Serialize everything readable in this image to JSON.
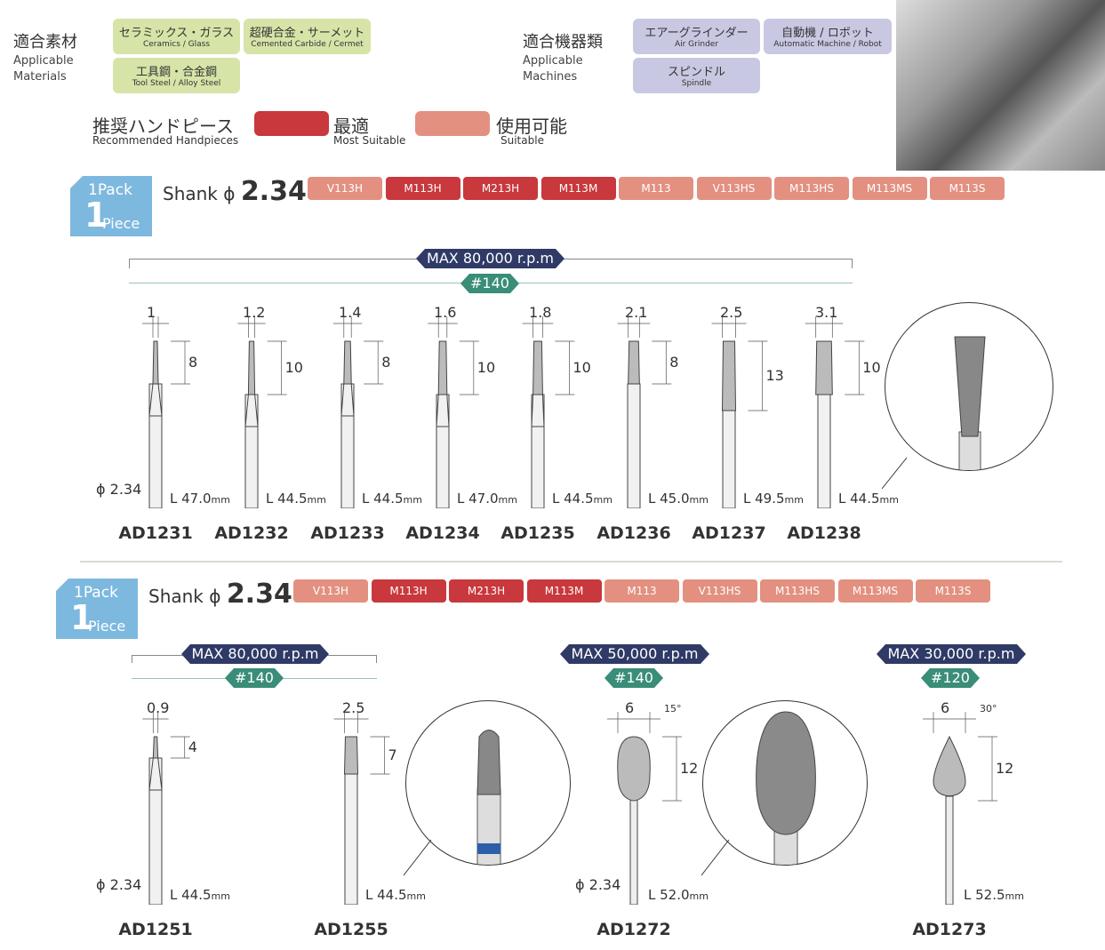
{
  "materials": {
    "title_jp": "適合素材",
    "title_en_1": "Applicable",
    "title_en_2": "Materials",
    "items": [
      {
        "jp": "セラミックス・ガラス",
        "en": "Ceramics / Glass"
      },
      {
        "jp": "超硬合金・サーメット",
        "en": "Cemented Carbide / Cermet"
      },
      {
        "jp": "工具鋼・合金鋼",
        "en": "Tool Steel / Alloy Steel"
      }
    ]
  },
  "machines": {
    "title_jp": "適合機器類",
    "title_en_1": "Applicable",
    "title_en_2": "Machines",
    "items": [
      {
        "jp": "エアーグラインダー",
        "en": "Air Grinder"
      },
      {
        "jp": "自動機 / ロボット",
        "en": "Automatic Machine / Robot"
      },
      {
        "jp": "スピンドル",
        "en": "Spindle"
      }
    ]
  },
  "legend": {
    "title_jp": "推奨ハンドピース",
    "title_en": "Recommended Handpieces",
    "most_jp": "最適",
    "most_en": "Most Suitable",
    "suit_jp": "使用可能",
    "suit_en": "Suitable",
    "most_color": "#c8383c",
    "suit_color": "#e39080"
  },
  "pack": {
    "top": "1Pack",
    "num": "1",
    "unit": "Piece"
  },
  "shank": {
    "label": "Shank",
    "symbol": "ϕ",
    "value": "2.34"
  },
  "handpieces": [
    {
      "name": "V113H",
      "level": "suitable"
    },
    {
      "name": "M113H",
      "level": "most"
    },
    {
      "name": "M213H",
      "level": "most"
    },
    {
      "name": "M113M",
      "level": "most"
    },
    {
      "name": "M113",
      "level": "suitable"
    },
    {
      "name": "V113HS",
      "level": "suitable"
    },
    {
      "name": "M113HS",
      "level": "suitable"
    },
    {
      "name": "M113MS",
      "level": "suitable"
    },
    {
      "name": "M113S",
      "level": "suitable"
    }
  ],
  "section1": {
    "rpm": "MAX 80,000 r.p.m",
    "grit": "#140",
    "shank_dia": "ϕ 2.34",
    "tools": [
      {
        "name": "AD1231",
        "dia": "1",
        "head": "8",
        "length": "L 47.0",
        "unit": "mm"
      },
      {
        "name": "AD1232",
        "dia": "1.2",
        "head": "10",
        "length": "L 44.5",
        "unit": "mm"
      },
      {
        "name": "AD1233",
        "dia": "1.4",
        "head": "8",
        "length": "L 44.5",
        "unit": "mm"
      },
      {
        "name": "AD1234",
        "dia": "1.6",
        "head": "10",
        "length": "L 47.0",
        "unit": "mm"
      },
      {
        "name": "AD1235",
        "dia": "1.8",
        "head": "10",
        "length": "L 44.5",
        "unit": "mm"
      },
      {
        "name": "AD1236",
        "dia": "2.1",
        "head": "8",
        "length": "L 45.0",
        "unit": "mm"
      },
      {
        "name": "AD1237",
        "dia": "2.5",
        "head": "13",
        "length": "L 49.5",
        "unit": "mm"
      },
      {
        "name": "AD1238",
        "dia": "3.1",
        "head": "10",
        "length": "L 44.5",
        "unit": "mm"
      }
    ]
  },
  "section2": {
    "groups": [
      {
        "rpm": "MAX 80,000 r.p.m",
        "grit": "#140"
      },
      {
        "rpm": "MAX 50,000 r.p.m",
        "grit": "#140"
      },
      {
        "rpm": "MAX 30,000 r.p.m",
        "grit": "#120"
      }
    ],
    "shank_dia": "ϕ 2.34",
    "tools": [
      {
        "name": "AD1251",
        "dia": "0.9",
        "head": "4",
        "length": "L 44.5",
        "unit": "mm"
      },
      {
        "name": "AD1255",
        "dia": "2.5",
        "head": "7",
        "length": "L 44.5",
        "unit": "mm"
      },
      {
        "name": "AD1272",
        "dia": "6",
        "head": "12",
        "angle": "15°",
        "length": "L 52.0",
        "unit": "mm"
      },
      {
        "name": "AD1273",
        "dia": "6",
        "head": "12",
        "angle": "30°",
        "length": "L 52.5",
        "unit": "mm"
      }
    ]
  }
}
